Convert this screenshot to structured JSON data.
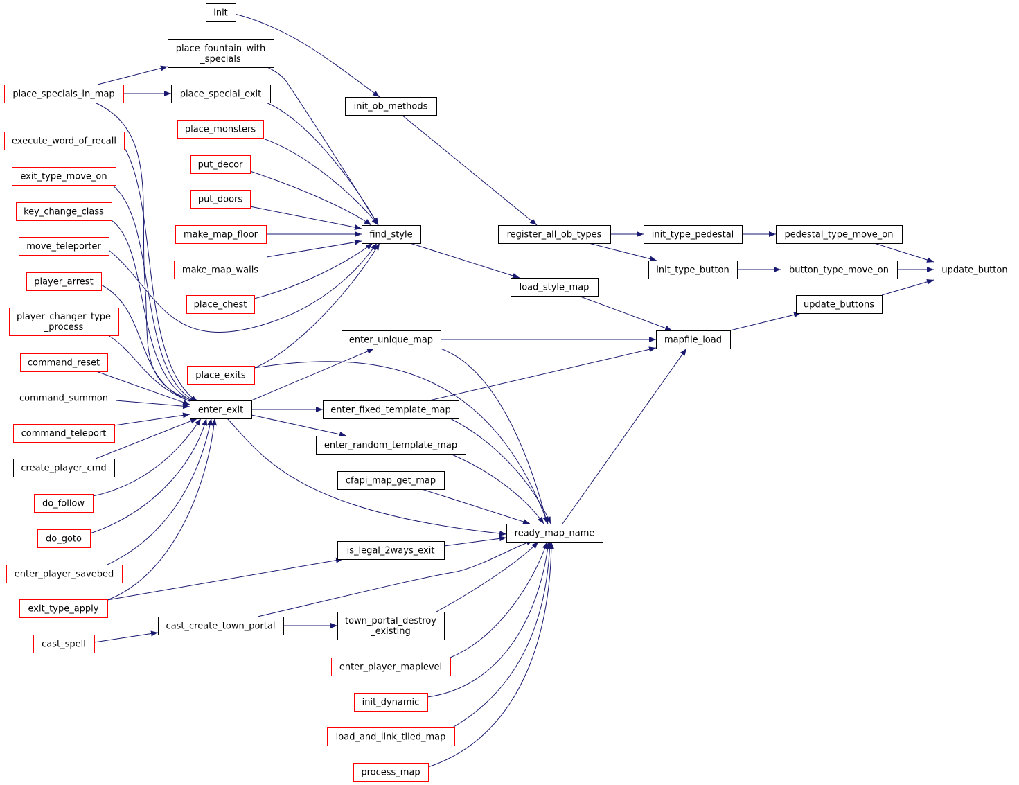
{
  "colors": {
    "edge": "#191970",
    "border_normal": "#000000",
    "border_truncated": "#ff0000",
    "focus_fill": "#bfbfbf"
  },
  "nodes": [
    {
      "id": "update_button",
      "label": [
        "update_button"
      ],
      "style": "focus"
    },
    {
      "id": "pedestal_type_move_on",
      "label": [
        "pedestal_type_move_on"
      ],
      "style": "normal"
    },
    {
      "id": "button_type_move_on",
      "label": [
        "button_type_move_on"
      ],
      "style": "normal"
    },
    {
      "id": "update_buttons",
      "label": [
        "update_buttons"
      ],
      "style": "normal"
    },
    {
      "id": "init_type_pedestal",
      "label": [
        "init_type_pedestal"
      ],
      "style": "normal"
    },
    {
      "id": "init_type_button",
      "label": [
        "init_type_button"
      ],
      "style": "normal"
    },
    {
      "id": "register_all_ob_types",
      "label": [
        "register_all_ob_types"
      ],
      "style": "normal"
    },
    {
      "id": "init_ob_methods",
      "label": [
        "init_ob_methods"
      ],
      "style": "normal"
    },
    {
      "id": "init",
      "label": [
        "init"
      ],
      "style": "normal"
    },
    {
      "id": "mapfile_load",
      "label": [
        "mapfile_load"
      ],
      "style": "normal"
    },
    {
      "id": "load_style_map",
      "label": [
        "load_style_map"
      ],
      "style": "normal"
    },
    {
      "id": "find_style",
      "label": [
        "find_style"
      ],
      "style": "normal"
    },
    {
      "id": "place_fountain_with_specials",
      "label": [
        "place_fountain_with",
        "_specials"
      ],
      "style": "normal"
    },
    {
      "id": "place_special_exit",
      "label": [
        "place_special_exit"
      ],
      "style": "normal"
    },
    {
      "id": "place_specials_in_map",
      "label": [
        "place_specials_in_map"
      ],
      "style": "truncated"
    },
    {
      "id": "place_monsters",
      "label": [
        "place_monsters"
      ],
      "style": "truncated"
    },
    {
      "id": "put_decor",
      "label": [
        "put_decor"
      ],
      "style": "truncated"
    },
    {
      "id": "put_doors",
      "label": [
        "put_doors"
      ],
      "style": "truncated"
    },
    {
      "id": "make_map_floor",
      "label": [
        "make_map_floor"
      ],
      "style": "truncated"
    },
    {
      "id": "make_map_walls",
      "label": [
        "make_map_walls"
      ],
      "style": "truncated"
    },
    {
      "id": "place_chest",
      "label": [
        "place_chest"
      ],
      "style": "truncated"
    },
    {
      "id": "place_exits",
      "label": [
        "place_exits"
      ],
      "style": "truncated"
    },
    {
      "id": "enter_unique_map",
      "label": [
        "enter_unique_map"
      ],
      "style": "normal"
    },
    {
      "id": "enter_fixed_template_map",
      "label": [
        "enter_fixed_template_map"
      ],
      "style": "normal"
    },
    {
      "id": "enter_random_template_map",
      "label": [
        "enter_random_template_map"
      ],
      "style": "normal"
    },
    {
      "id": "cfapi_map_get_map",
      "label": [
        "cfapi_map_get_map"
      ],
      "style": "normal"
    },
    {
      "id": "ready_map_name",
      "label": [
        "ready_map_name"
      ],
      "style": "normal"
    },
    {
      "id": "is_legal_2ways_exit",
      "label": [
        "is_legal_2ways_exit"
      ],
      "style": "normal"
    },
    {
      "id": "town_portal_destroy_existing",
      "label": [
        "town_portal_destroy",
        "_existing"
      ],
      "style": "normal"
    },
    {
      "id": "enter_player_maplevel",
      "label": [
        "enter_player_maplevel"
      ],
      "style": "truncated"
    },
    {
      "id": "init_dynamic",
      "label": [
        "init_dynamic"
      ],
      "style": "truncated"
    },
    {
      "id": "load_and_link_tiled_map",
      "label": [
        "load_and_link_tiled_map"
      ],
      "style": "truncated"
    },
    {
      "id": "process_map",
      "label": [
        "process_map"
      ],
      "style": "truncated"
    },
    {
      "id": "enter_exit",
      "label": [
        "enter_exit"
      ],
      "style": "normal"
    },
    {
      "id": "cast_create_town_portal",
      "label": [
        "cast_create_town_portal"
      ],
      "style": "normal"
    },
    {
      "id": "cast_spell",
      "label": [
        "cast_spell"
      ],
      "style": "truncated"
    },
    {
      "id": "execute_word_of_recall",
      "label": [
        "execute_word_of_recall"
      ],
      "style": "truncated"
    },
    {
      "id": "exit_type_move_on",
      "label": [
        "exit_type_move_on"
      ],
      "style": "truncated"
    },
    {
      "id": "key_change_class",
      "label": [
        "key_change_class"
      ],
      "style": "truncated"
    },
    {
      "id": "move_teleporter",
      "label": [
        "move_teleporter"
      ],
      "style": "truncated"
    },
    {
      "id": "player_arrest",
      "label": [
        "player_arrest"
      ],
      "style": "truncated"
    },
    {
      "id": "player_changer_type_process",
      "label": [
        "player_changer_type",
        "_process"
      ],
      "style": "truncated"
    },
    {
      "id": "command_reset",
      "label": [
        "command_reset"
      ],
      "style": "truncated"
    },
    {
      "id": "command_summon",
      "label": [
        "command_summon"
      ],
      "style": "truncated"
    },
    {
      "id": "command_teleport",
      "label": [
        "command_teleport"
      ],
      "style": "truncated"
    },
    {
      "id": "create_player_cmd",
      "label": [
        "create_player_cmd"
      ],
      "style": "normal"
    },
    {
      "id": "do_follow",
      "label": [
        "do_follow"
      ],
      "style": "truncated"
    },
    {
      "id": "do_goto",
      "label": [
        "do_goto"
      ],
      "style": "truncated"
    },
    {
      "id": "enter_player_savebed",
      "label": [
        "enter_player_savebed"
      ],
      "style": "truncated"
    },
    {
      "id": "exit_type_apply",
      "label": [
        "exit_type_apply"
      ],
      "style": "truncated"
    }
  ],
  "edges": [
    {
      "from": "pedestal_type_move_on",
      "to": "update_button"
    },
    {
      "from": "button_type_move_on",
      "to": "update_button"
    },
    {
      "from": "update_buttons",
      "to": "update_button"
    },
    {
      "from": "init_type_pedestal",
      "to": "pedestal_type_move_on"
    },
    {
      "from": "init_type_button",
      "to": "button_type_move_on"
    },
    {
      "from": "register_all_ob_types",
      "to": "init_type_pedestal"
    },
    {
      "from": "register_all_ob_types",
      "to": "init_type_button"
    },
    {
      "from": "init_ob_methods",
      "to": "register_all_ob_types"
    },
    {
      "from": "init",
      "to": "init_ob_methods"
    },
    {
      "from": "mapfile_load",
      "to": "update_buttons"
    },
    {
      "from": "load_style_map",
      "to": "mapfile_load"
    },
    {
      "from": "enter_unique_map",
      "to": "mapfile_load"
    },
    {
      "from": "enter_fixed_template_map",
      "to": "mapfile_load"
    },
    {
      "from": "ready_map_name",
      "to": "mapfile_load"
    },
    {
      "from": "find_style",
      "to": "load_style_map"
    },
    {
      "from": "place_fountain_with_specials",
      "to": "find_style"
    },
    {
      "from": "place_special_exit",
      "to": "find_style"
    },
    {
      "from": "place_monsters",
      "to": "find_style"
    },
    {
      "from": "put_decor",
      "to": "find_style"
    },
    {
      "from": "put_doors",
      "to": "find_style"
    },
    {
      "from": "make_map_floor",
      "to": "find_style"
    },
    {
      "from": "make_map_walls",
      "to": "find_style"
    },
    {
      "from": "place_chest",
      "to": "find_style"
    },
    {
      "from": "place_exits",
      "to": "find_style"
    },
    {
      "from": "move_teleporter",
      "to": "find_style"
    },
    {
      "from": "place_specials_in_map",
      "to": "place_fountain_with_specials"
    },
    {
      "from": "place_specials_in_map",
      "to": "place_special_exit"
    },
    {
      "from": "enter_unique_map",
      "to": "ready_map_name"
    },
    {
      "from": "enter_fixed_template_map",
      "to": "ready_map_name"
    },
    {
      "from": "enter_random_template_map",
      "to": "ready_map_name"
    },
    {
      "from": "cfapi_map_get_map",
      "to": "ready_map_name"
    },
    {
      "from": "is_legal_2ways_exit",
      "to": "ready_map_name"
    },
    {
      "from": "town_portal_destroy_existing",
      "to": "ready_map_name"
    },
    {
      "from": "enter_player_maplevel",
      "to": "ready_map_name"
    },
    {
      "from": "init_dynamic",
      "to": "ready_map_name"
    },
    {
      "from": "load_and_link_tiled_map",
      "to": "ready_map_name"
    },
    {
      "from": "process_map",
      "to": "ready_map_name"
    },
    {
      "from": "enter_exit",
      "to": "ready_map_name"
    },
    {
      "from": "place_exits",
      "to": "ready_map_name"
    },
    {
      "from": "cast_create_town_portal",
      "to": "ready_map_name"
    },
    {
      "from": "enter_exit",
      "to": "enter_unique_map"
    },
    {
      "from": "enter_exit",
      "to": "enter_fixed_template_map"
    },
    {
      "from": "enter_exit",
      "to": "enter_random_template_map"
    },
    {
      "from": "exit_type_apply",
      "to": "is_legal_2ways_exit"
    },
    {
      "from": "cast_create_town_portal",
      "to": "town_portal_destroy_existing"
    },
    {
      "from": "cast_spell",
      "to": "cast_create_town_portal"
    },
    {
      "from": "place_specials_in_map",
      "to": "enter_exit"
    },
    {
      "from": "execute_word_of_recall",
      "to": "enter_exit"
    },
    {
      "from": "exit_type_move_on",
      "to": "enter_exit"
    },
    {
      "from": "key_change_class",
      "to": "enter_exit"
    },
    {
      "from": "player_arrest",
      "to": "enter_exit"
    },
    {
      "from": "player_changer_type_process",
      "to": "enter_exit"
    },
    {
      "from": "command_reset",
      "to": "enter_exit"
    },
    {
      "from": "command_summon",
      "to": "enter_exit"
    },
    {
      "from": "command_teleport",
      "to": "enter_exit"
    },
    {
      "from": "create_player_cmd",
      "to": "enter_exit"
    },
    {
      "from": "do_follow",
      "to": "enter_exit"
    },
    {
      "from": "do_goto",
      "to": "enter_exit"
    },
    {
      "from": "enter_player_savebed",
      "to": "enter_exit"
    },
    {
      "from": "exit_type_apply",
      "to": "enter_exit"
    }
  ]
}
